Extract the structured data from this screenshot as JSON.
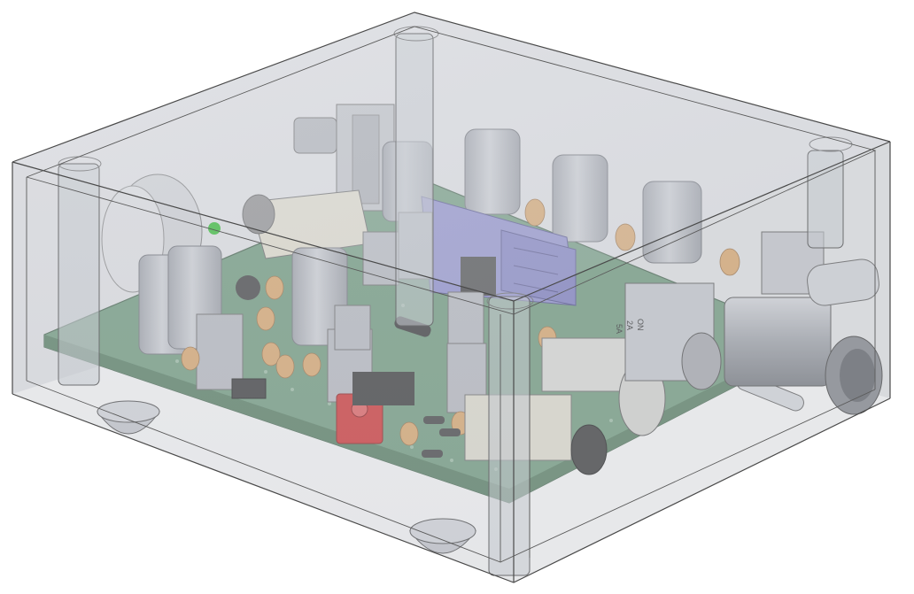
{
  "scene": {
    "subject": "enclosure-with-pcb-render",
    "colors": {
      "background": "#ffffff",
      "enclosure_glass": "#c9ccd3",
      "enclosure_edge": "#4a4a4a",
      "pcb": "#6b9a7a",
      "heatsink": "#8e8ed2",
      "trimmer": "#d42a2a",
      "capacitor_body": "#b8bcc4",
      "tantalum": "#e0a868",
      "led": "#2ec02e"
    }
  },
  "switch_label": {
    "line1": "ON",
    "line2": "2A",
    "line3": "5A"
  }
}
